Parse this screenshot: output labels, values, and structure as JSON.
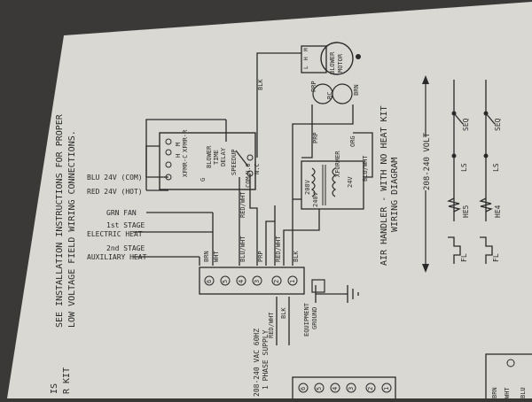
{
  "title": "AIR HANDLER - WITH NO HEAT KIT",
  "subtitle": "WIRING DIAGRAM",
  "notes": {
    "see_line1": "SEE INSTALLATION INSTRUCTIONS FOR PROPER",
    "see_line2": "LOW VOLTAGE FIELD WIRING CONNECTIONS.",
    "left_frag1": "IS",
    "left_frag2": "R KIT"
  },
  "supply": {
    "line1": "208-240 VAC 60HZ",
    "line2": "1 PHASE SUPPLY"
  },
  "field_wires": [
    "BLU 24V (COM)",
    "RED 24V (HOT)",
    "GRN FAN",
    "1st STAGE",
    "ELECTRIC HEAT",
    "2nd STAGE",
    "AUXILIARY HEAT"
  ],
  "relay": {
    "m": "M",
    "h": "H",
    "xfmr_r": "XFMR-R",
    "xfmr_c": "XFMR-C",
    "g": "G",
    "name1": "BLOWER",
    "name2": "TIME",
    "name3": "DELAY",
    "speedup": "SPEEDUP",
    "nc": "N.C",
    "no": "N.O",
    "com": "COM"
  },
  "motor": {
    "line1": "BLOWER",
    "line2": "MOTOR",
    "m": "M",
    "h": "H",
    "l": "L",
    "rc": "RC",
    "brn": "BRN",
    "prp": "PRP"
  },
  "xformer": {
    "label": "XFORMER",
    "v208": "208V",
    "v240": "240V",
    "v24": "24V",
    "org": "ORG",
    "blu_wht": "BLU/WHT",
    "prp": "PRP"
  },
  "wires": {
    "blk_motor": "BLK",
    "red_wht_xfmr": "RED/WHT",
    "brn": "BRN",
    "wht": "WHT",
    "blu_wht": "BLU/WHT",
    "prp": "PRP",
    "red_wht": "RED/WHT",
    "blk": "BLK",
    "supply_red_wht": "RED/WHT",
    "supply_blk": "BLK"
  },
  "terminals": [
    "6",
    "5",
    "4",
    "3",
    "2",
    "1"
  ],
  "ground": {
    "line1": "EQUIPMENT",
    "line2": "GROUND"
  },
  "right_section": {
    "voltage": "208-240 VOLT",
    "seq1": "SEQ",
    "seq2": "SEQ",
    "ls1": "LS",
    "ls2": "LS",
    "he5": "HE5",
    "he4": "HE4",
    "fl1": "FL",
    "fl2": "FL"
  },
  "bottom_terms": [
    "6",
    "5",
    "4",
    "3",
    "2",
    "1"
  ],
  "bottom_right": {
    "brn": "BRN",
    "wht": "WHT",
    "blu": "BLU"
  }
}
